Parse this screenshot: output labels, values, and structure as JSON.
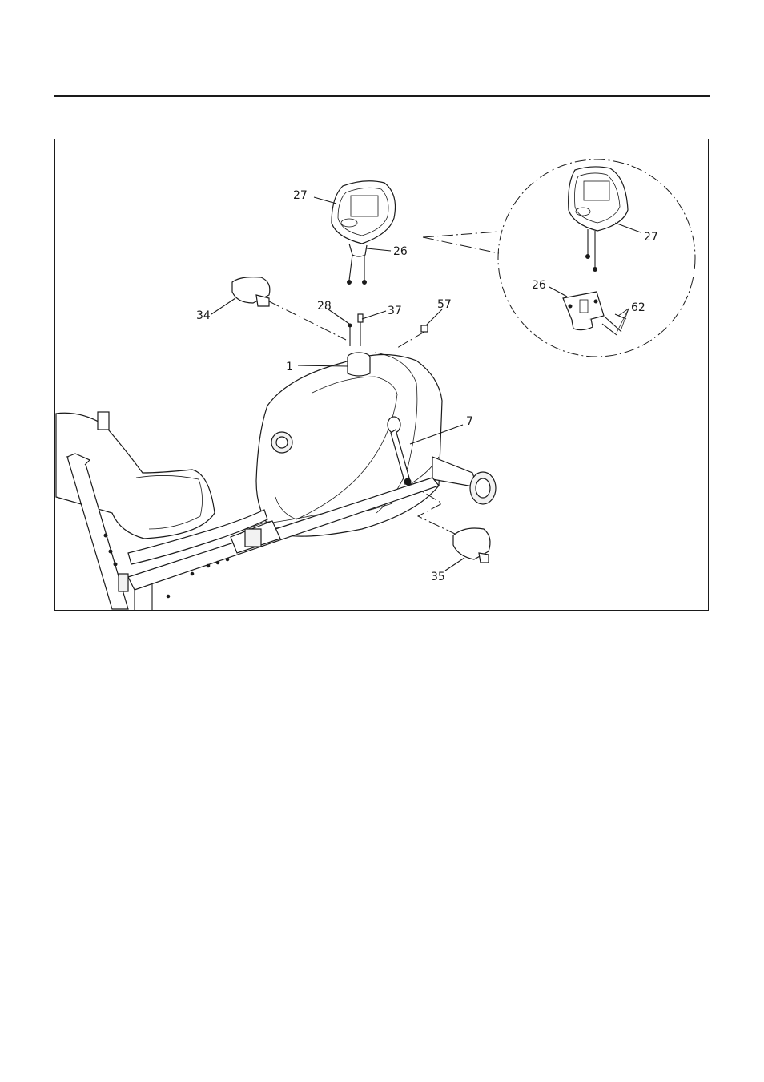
{
  "callouts": {
    "c27_main": "27",
    "c26_main": "26",
    "c34": "34",
    "c28": "28",
    "c37": "37",
    "c57": "57",
    "c1": "1",
    "c7": "7",
    "c35": "35",
    "c27_detail": "27",
    "c26_detail": "26",
    "c62": "62"
  },
  "colors": {
    "ink": "#1a1a1a",
    "paper": "#ffffff"
  }
}
